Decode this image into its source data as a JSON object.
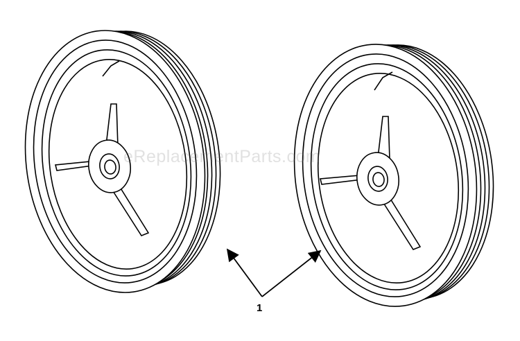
{
  "diagram": {
    "watermark_text": "eReplacementParts.com",
    "callout_label": "1",
    "parts": [
      {
        "name": "left-wheel"
      },
      {
        "name": "right-wheel"
      }
    ],
    "line_color": "#000000",
    "background_color": "#ffffff"
  }
}
